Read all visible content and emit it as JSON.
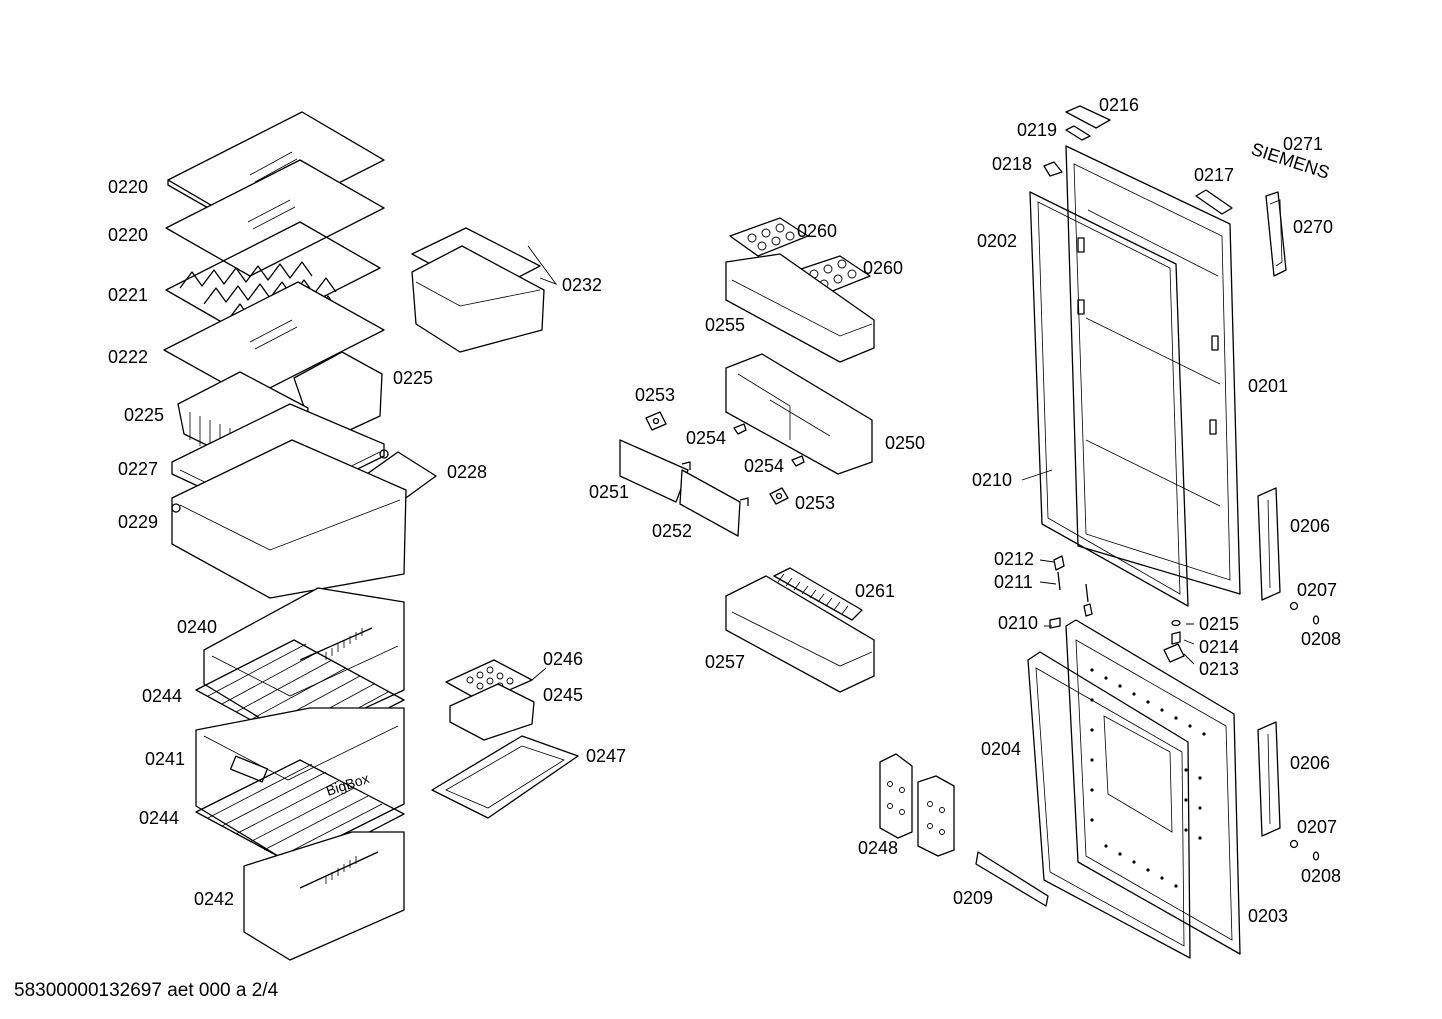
{
  "document_id": "58300000132697 aet 000 a 2/4",
  "brand_mark": "SIEMENS",
  "drawer_mark": "BigBox",
  "labels": {
    "p0220a": "0220",
    "p0220b": "0220",
    "p0221": "0221",
    "p0222": "0222",
    "p0225a": "0225",
    "p0225b": "0225",
    "p0227": "0227",
    "p0228": "0228",
    "p0229": "0229",
    "p0232": "0232",
    "p0240": "0240",
    "p0244a": "0244",
    "p0241": "0241",
    "p0244b": "0244",
    "p0242": "0242",
    "p0246": "0246",
    "p0245": "0245",
    "p0247": "0247",
    "p0260a": "0260",
    "p0260b": "0260",
    "p0255": "0255",
    "p0253a": "0253",
    "p0254a": "0254",
    "p0250": "0250",
    "p0254b": "0254",
    "p0251": "0251",
    "p0253b": "0253",
    "p0252": "0252",
    "p0261": "0261",
    "p0257": "0257",
    "p0248": "0248",
    "p0209": "0209",
    "p0216": "0216",
    "p0219": "0219",
    "p0271": "0271",
    "p0218": "0218",
    "p0217": "0217",
    "p0202": "0202",
    "p0270": "0270",
    "p0201": "0201",
    "p0210a": "0210",
    "p0206a": "0206",
    "p0212": "0212",
    "p0211": "0211",
    "p0207a": "0207",
    "p0210b": "0210",
    "p0215": "0215",
    "p0208a": "0208",
    "p0214": "0214",
    "p0213": "0213",
    "p0204": "0204",
    "p0206b": "0206",
    "p0207b": "0207",
    "p0208b": "0208",
    "p0203": "0203"
  }
}
